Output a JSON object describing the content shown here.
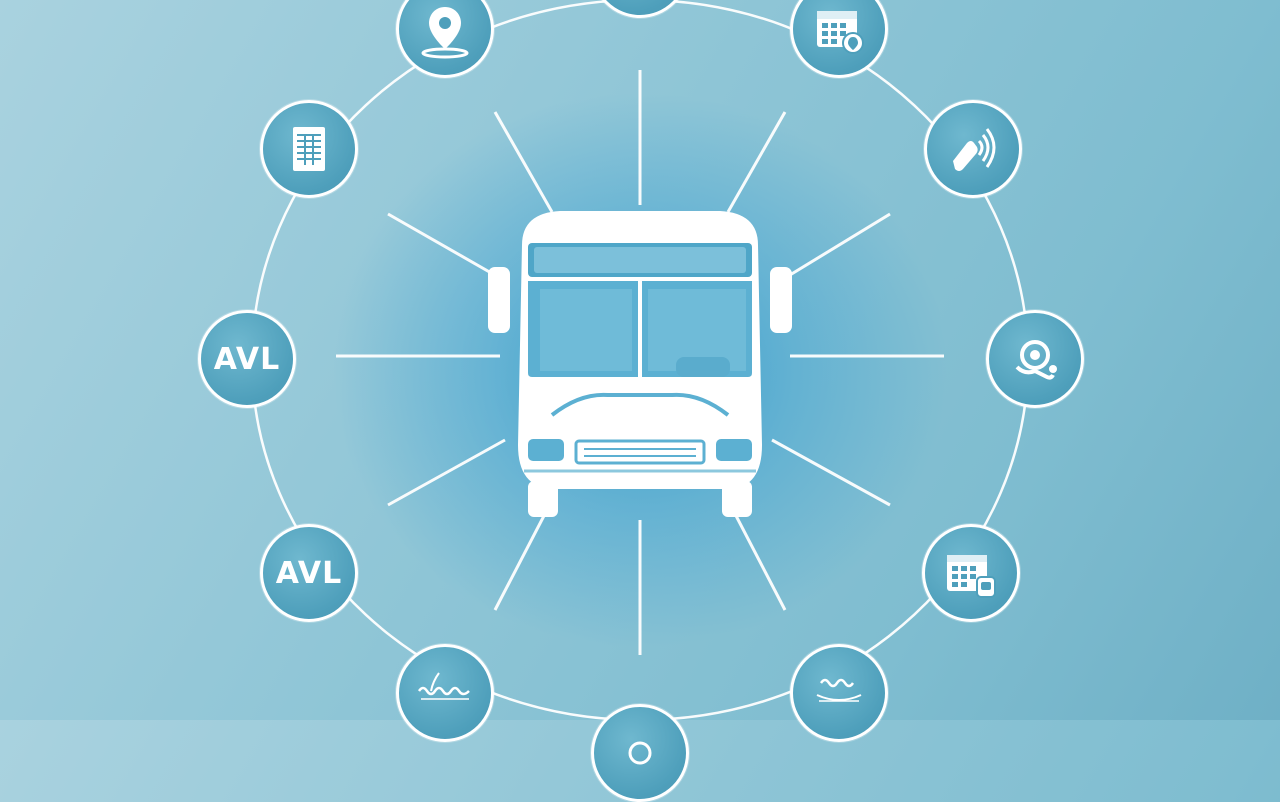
{
  "diagram": {
    "center": {
      "icon": "bus-icon"
    },
    "nodes": [
      {
        "id": "top",
        "icon": "circle-icon"
      },
      {
        "id": "location",
        "icon": "location-pin-icon"
      },
      {
        "id": "calendar-top",
        "icon": "calendar-icon"
      },
      {
        "id": "schedule",
        "icon": "document-table-icon"
      },
      {
        "id": "contactless",
        "icon": "contactless-payment-icon"
      },
      {
        "id": "avl-upper",
        "label": "AVL"
      },
      {
        "id": "sensor",
        "icon": "sensor-icon"
      },
      {
        "id": "avl-lower",
        "label": "AVL"
      },
      {
        "id": "calendar-low",
        "icon": "calendar-device-icon"
      },
      {
        "id": "bottom-left",
        "icon": "scribble-text-icon"
      },
      {
        "id": "bottom-right",
        "icon": "scribble-text-icon"
      },
      {
        "id": "bottom",
        "icon": "circle-icon"
      }
    ],
    "colors": {
      "background": "#8ec5d6",
      "node_fill": "#4e9fbb",
      "line": "#ffffff"
    }
  }
}
